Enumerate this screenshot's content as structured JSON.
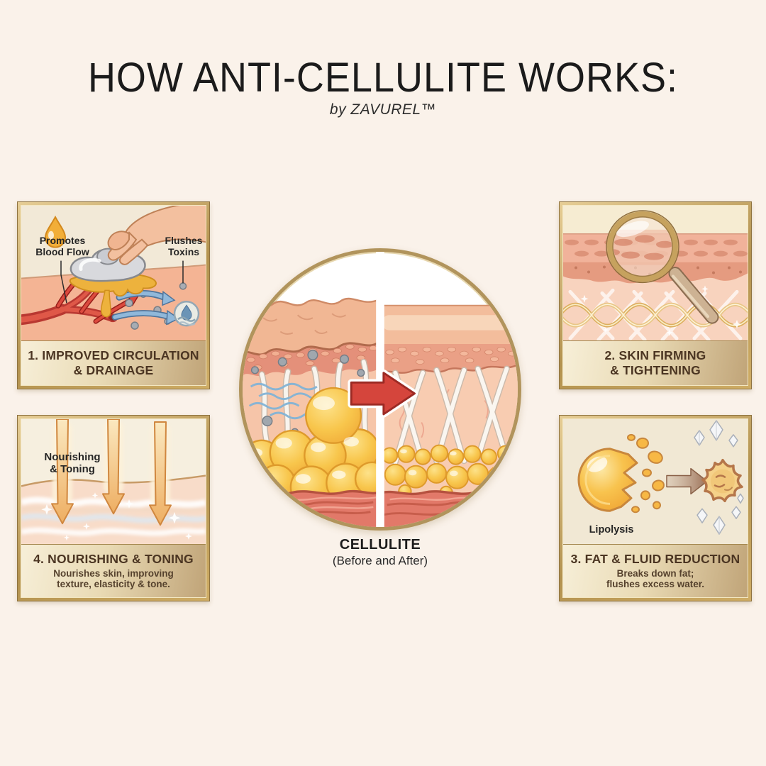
{
  "header": {
    "title": "HOW ANTI-CELLULITE WORKS:",
    "subtitle": "by ZAVUREL™"
  },
  "center_diagram": {
    "caption_title": "CELLULITE",
    "caption_subtitle": "(Before and After)"
  },
  "panels": {
    "circulation": {
      "title_line1": "1. IMPROVED CIRCULATION",
      "title_line2": "& DRAINAGE",
      "label_left_line1": "Promotes",
      "label_left_line2": "Blood Flow",
      "label_right_line1": "Flushes",
      "label_right_line2": "Toxins"
    },
    "firming": {
      "title_line1": "2. SKIN FIRMING",
      "title_line2": "& TIGHTENING"
    },
    "fat_reduction": {
      "title_line1": "3. FAT & FLUID REDUCTION",
      "subtext_line1": "Breaks down fat;",
      "subtext_line2": "flushes excess water.",
      "label": "Lipolysis"
    },
    "nourishing": {
      "title_line1": "4. NOURISHING & TONING",
      "subtext_line1": "Nourishes skin, improving",
      "subtext_line2": "texture, elasticity & tone.",
      "label_line1": "Nourishing",
      "label_line2": "& Toning"
    }
  },
  "colors": {
    "page_background": "#faf2ea",
    "gold_frame": "#b3924f",
    "caption_band_dark": "#c0a478",
    "caption_text": "#4b3522",
    "accent_red_arrow": "#d5453c",
    "fat_yellow": "#f6bf45",
    "toxin_blue": "#8fb7d9",
    "skin_tone": "#f2b698"
  }
}
